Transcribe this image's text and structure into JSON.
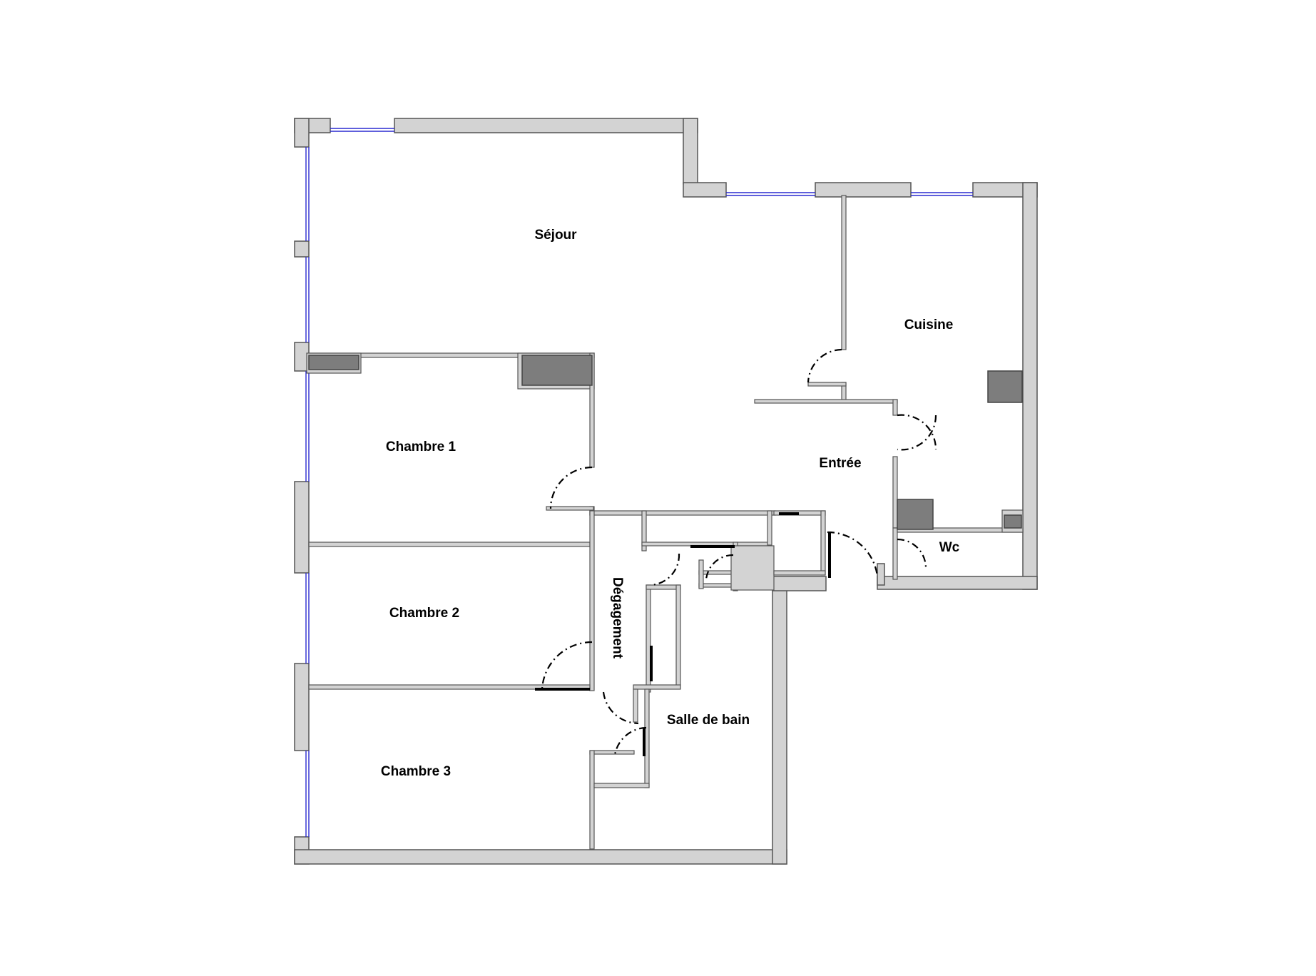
{
  "plan": {
    "rooms": [
      {
        "id": "sejour",
        "label": "Séjour"
      },
      {
        "id": "cuisine",
        "label": "Cuisine"
      },
      {
        "id": "chambre1",
        "label": "Chambre 1"
      },
      {
        "id": "entree",
        "label": "Entrée"
      },
      {
        "id": "wc",
        "label": "Wc"
      },
      {
        "id": "chambre2",
        "label": "Chambre 2"
      },
      {
        "id": "degagement",
        "label": "Dégagement"
      },
      {
        "id": "salle_de_bain",
        "label": "Salle de bain"
      },
      {
        "id": "chambre3",
        "label": "Chambre 3"
      }
    ],
    "colors": {
      "wall_fill": "#d3d3d3",
      "wall_stroke": "#555555",
      "window": "#2a2ad0",
      "duct": "#7d7d7d",
      "background": "#ffffff"
    }
  }
}
